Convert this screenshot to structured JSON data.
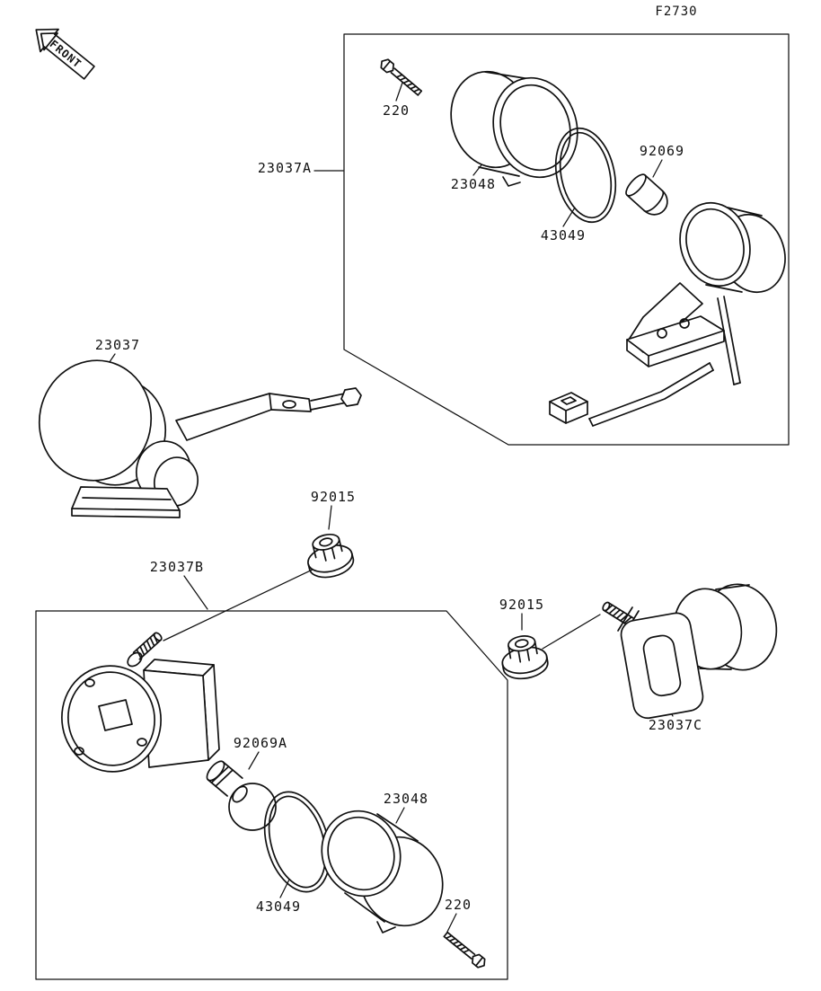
{
  "figure_code": "F2730",
  "front_arrow_label": "FRONT",
  "ink_color": "#111111",
  "background_color": "#ffffff",
  "part_labels": [
    {
      "id": "assembly-23037A",
      "number": "23037A"
    },
    {
      "id": "bolt-220-top",
      "number": "220"
    },
    {
      "id": "housing-23048-top",
      "number": "23048"
    },
    {
      "id": "gasket-43049-top",
      "number": "43049"
    },
    {
      "id": "bulb-92069",
      "number": "92069"
    },
    {
      "id": "lamp-23037",
      "number": "23037"
    },
    {
      "id": "nut-92015-left",
      "number": "92015"
    },
    {
      "id": "assembly-23037B",
      "number": "23037B"
    },
    {
      "id": "nut-92015-right",
      "number": "92015"
    },
    {
      "id": "lamp-23037C",
      "number": "23037C"
    },
    {
      "id": "bulb-92069A",
      "number": "92069A"
    },
    {
      "id": "gasket-43049-bottom",
      "number": "43049"
    },
    {
      "id": "housing-23048-bottom",
      "number": "23048"
    },
    {
      "id": "bolt-220-bottom",
      "number": "220"
    }
  ]
}
